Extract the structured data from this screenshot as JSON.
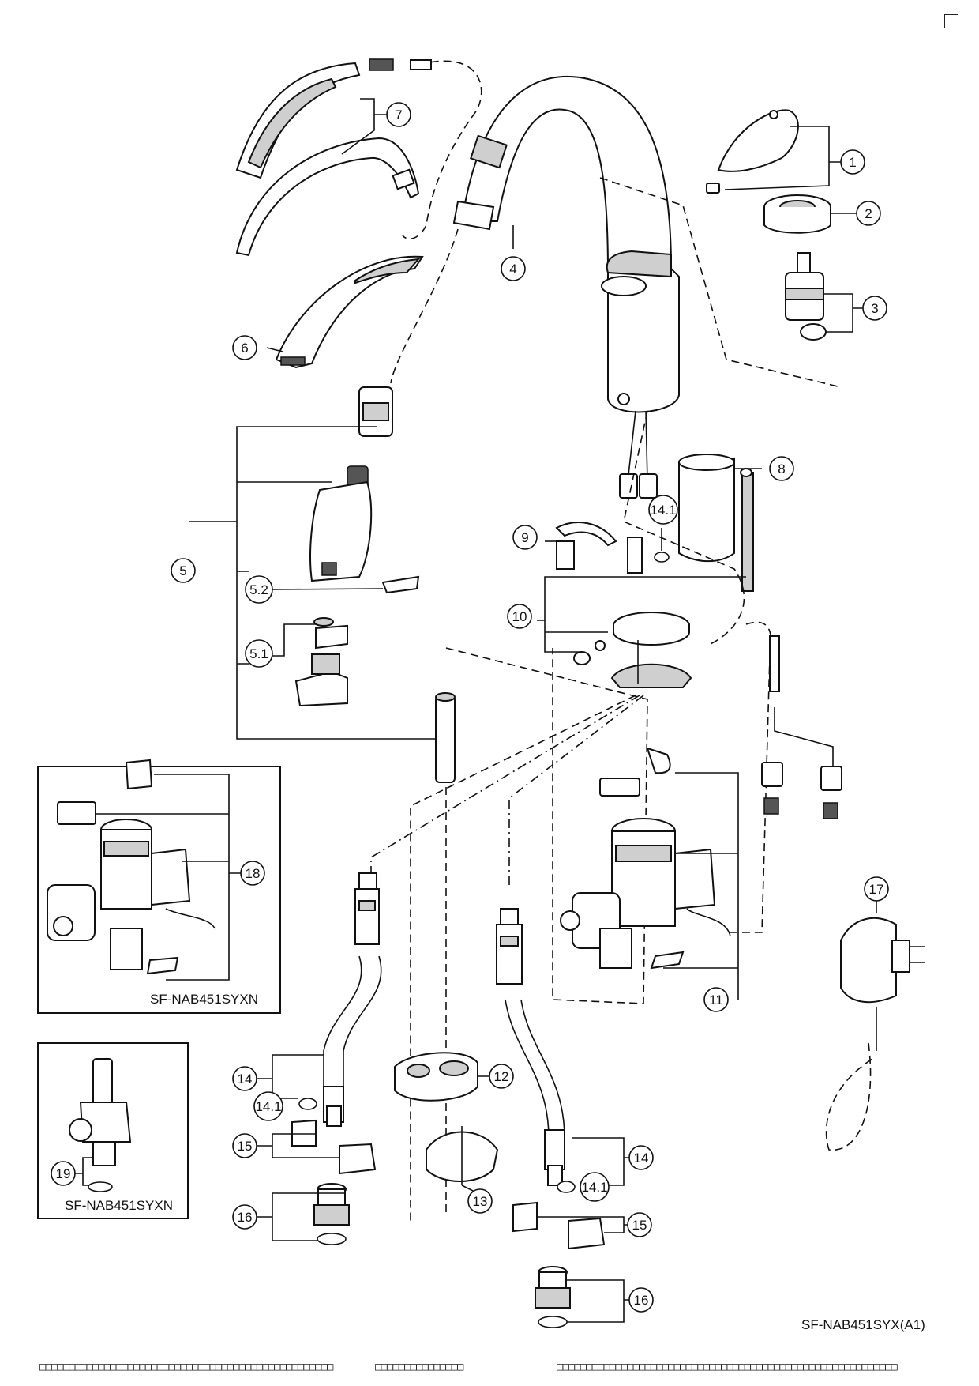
{
  "callouts": {
    "c1": "1",
    "c2": "2",
    "c3": "3",
    "c4": "4",
    "c5": "5",
    "c5_1": "5.1",
    "c5_2": "5.2",
    "c6": "6",
    "c7": "7",
    "c8": "8",
    "c9": "9",
    "c10": "10",
    "c11": "11",
    "c12": "12",
    "c13": "13",
    "c14a": "14",
    "c14b": "14",
    "c14_1a": "14.1",
    "c14_1b": "14.1",
    "c14_1c": "14.1",
    "c15a": "15",
    "c15b": "15",
    "c16a": "16",
    "c16b": "16",
    "c17": "17",
    "c18": "18",
    "c19": "19"
  },
  "insets": {
    "inset1_caption": "SF-NAB451SYXN",
    "inset2_caption": "SF-NAB451SYXN"
  },
  "model_code": "SF-NAB451SYX(A1)",
  "footer": {
    "group1": "□□□□□□□□□□□□□□□□□□□□□□□□□□□□□□□□□□□□□□□□□□□□□□□□□□",
    "group2": "□□□□□□□□□□□□□□□",
    "group3": "□□□□□□□□□□□□□□□□□□□□□□□□□□□□□□□□□□□□□□□□□□□□□□□□□□□□□□□□□□"
  },
  "icons": {
    "corner": "checkbox-square-icon"
  },
  "colors": {
    "line": "#111111",
    "fill": "#ffffff",
    "shade": "#cfcfcf",
    "dark": "#555555"
  }
}
